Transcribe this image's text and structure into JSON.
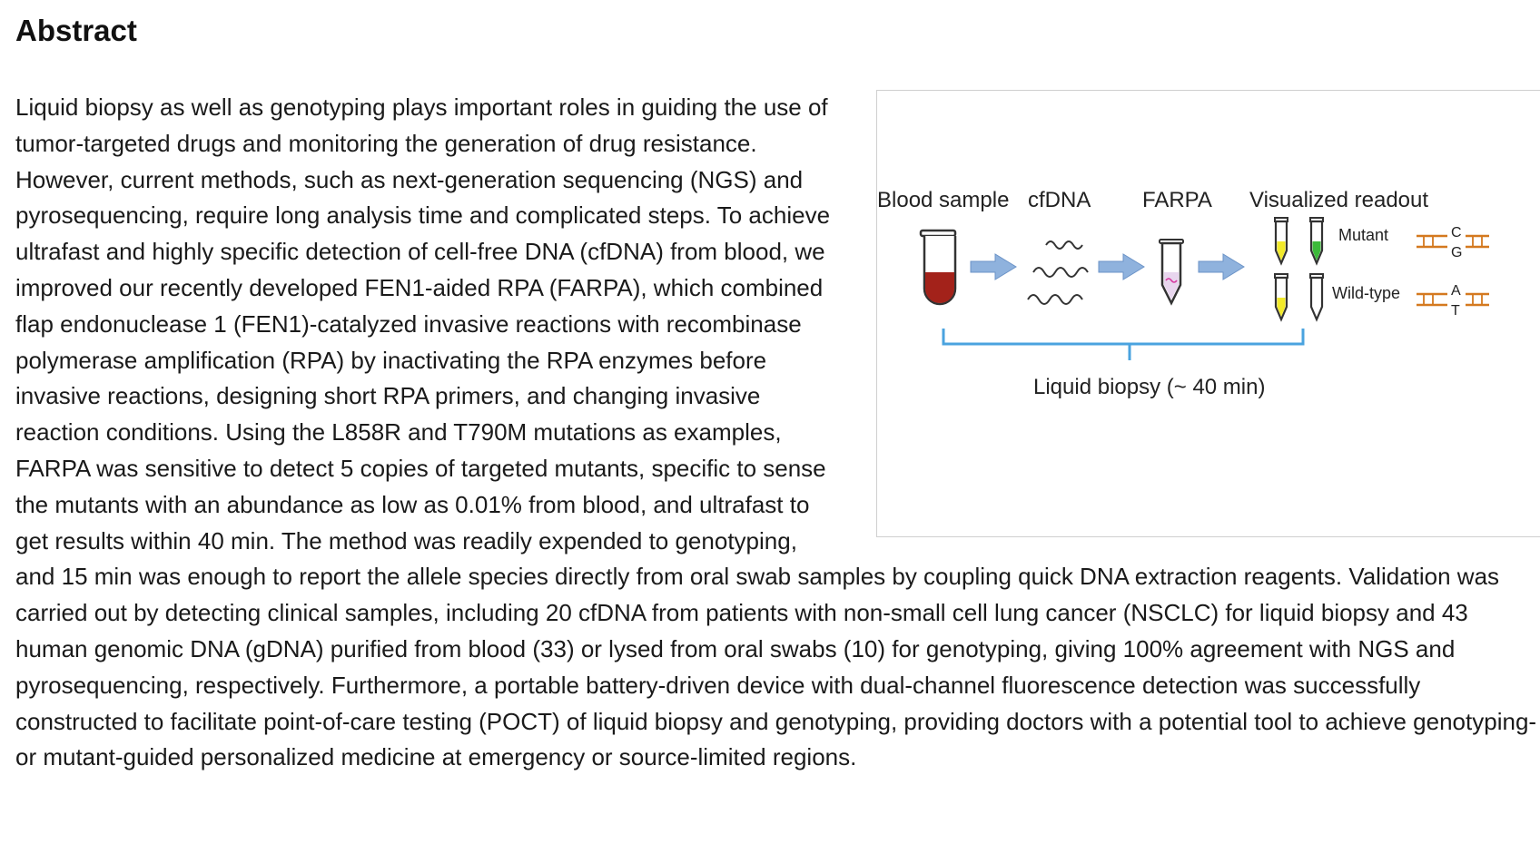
{
  "heading": "Abstract",
  "abstract_text": "Liquid biopsy as well as genotyping plays important roles in guiding the use of tumor-targeted drugs and monitoring the generation of drug resistance. However, current methods, such as next-generation sequencing (NGS) and pyrosequencing, require long analysis time and complicated steps. To achieve ultrafast and highly specific detection of cell-free DNA (cfDNA) from blood, we improved our recently developed FEN1-aided RPA (FARPA), which combined flap endonuclease 1 (FEN1)-catalyzed invasive reactions with recombinase polymerase amplification (RPA) by inactivating the RPA enzymes before invasive reactions, designing short RPA primers, and changing invasive reaction conditions. Using the L858R and T790M mutations as examples, FARPA was sensitive to detect 5 copies of targeted mutants, specific to sense the mutants with an abundance as low as 0.01% from blood, and ultrafast to get results within 40 min. The method was readily expended to genotyping, and 15 min was enough to report the allele species directly from oral swab samples by coupling quick DNA extraction reagents. Validation was carried out by detecting clinical samples, including 20 cfDNA from patients with non-small cell lung cancer (NSCLC) for liquid biopsy and 43 human genomic DNA (gDNA) purified from blood (33) or lysed from oral swabs (10) for genotyping, giving 100% agreement with NGS and pyrosequencing, respectively. Furthermore, a portable battery-driven device with dual-channel fluorescence detection was successfully constructed to facilitate point-of-care testing (POCT) of liquid biopsy and genotyping, providing doctors with a potential tool to achieve genotyping- or mutant-guided personalized medicine at emergency or source-limited regions.",
  "figure": {
    "labels": {
      "blood_sample": "Blood sample",
      "cfdna": "cfDNA",
      "farpa": "FARPA",
      "visualized_readout": "Visualized readout",
      "mutant": "Mutant",
      "wild_type": "Wild-type",
      "liquid_biopsy": "Liquid biopsy (~ 40 min)"
    },
    "bases": {
      "mutant_top": "C",
      "mutant_bottom": "G",
      "wildtype_top": "A",
      "wildtype_bottom": "T"
    },
    "colors": {
      "blood": "#a3221a",
      "arrow": "#8fb2dd",
      "bracket": "#4aa3df",
      "yellow": "#f2ea2a",
      "green": "#3cba3a",
      "dna_strand": "#d4791f"
    }
  }
}
